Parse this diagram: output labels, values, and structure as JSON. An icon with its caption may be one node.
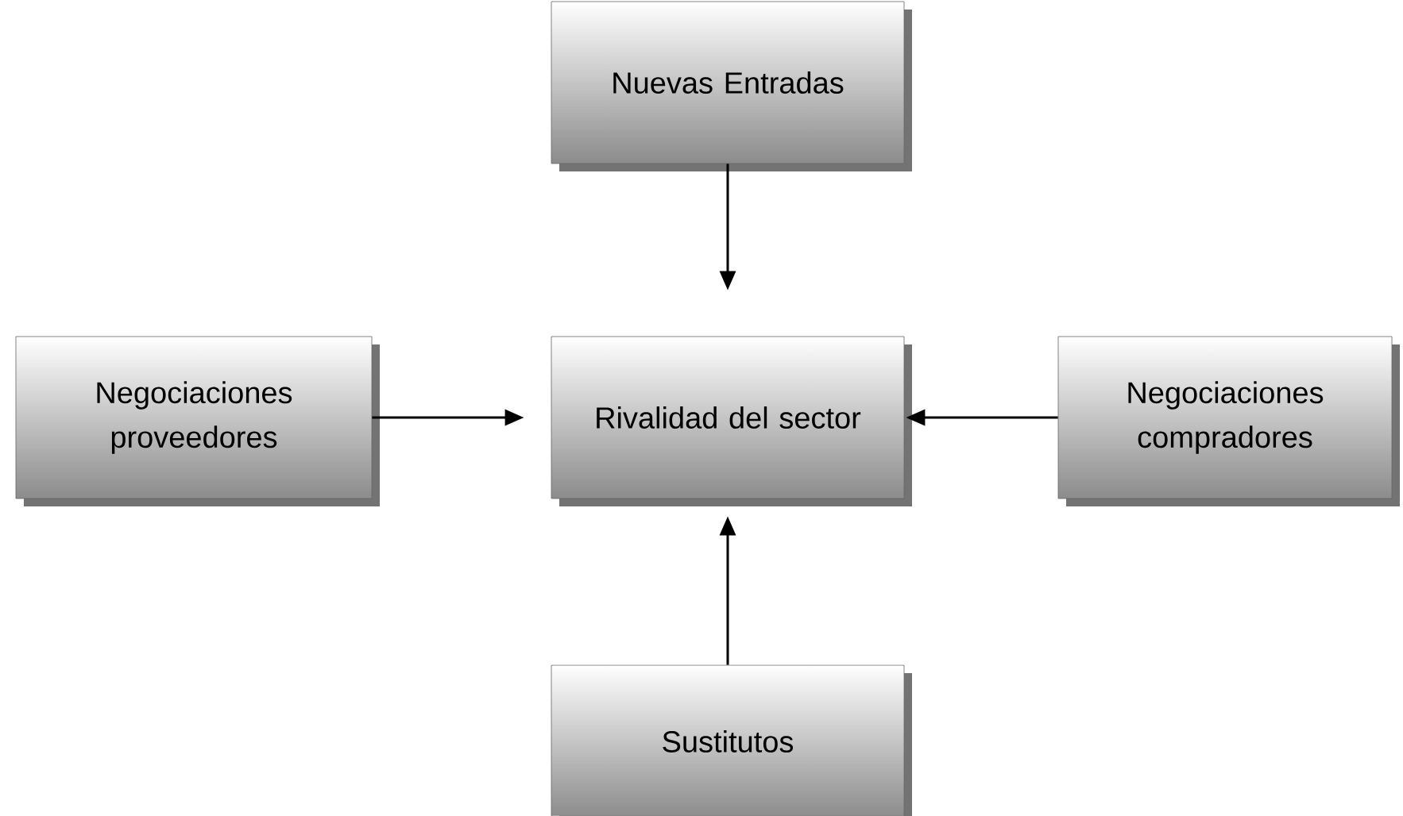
{
  "diagram": {
    "nodes": [
      {
        "text": [
          "Nuevas Entradas"
        ]
      },
      {
        "text": [
          "Negociaciones proveedores"
        ]
      },
      {
        "text": [
          "Rivalidad del sector"
        ]
      },
      {
        "text": [
          "Negociaciones compradores"
        ]
      },
      {
        "text": [
          "Sustitutos"
        ]
      }
    ],
    "edges": [
      {
        "from": 0,
        "to": 2,
        "arrow": "to"
      },
      {
        "from": 1,
        "to": 2,
        "arrow": "to"
      },
      {
        "from": 3,
        "to": 2,
        "arrow": "to"
      },
      {
        "from": 4,
        "to": 2,
        "arrow": "to"
      }
    ]
  }
}
